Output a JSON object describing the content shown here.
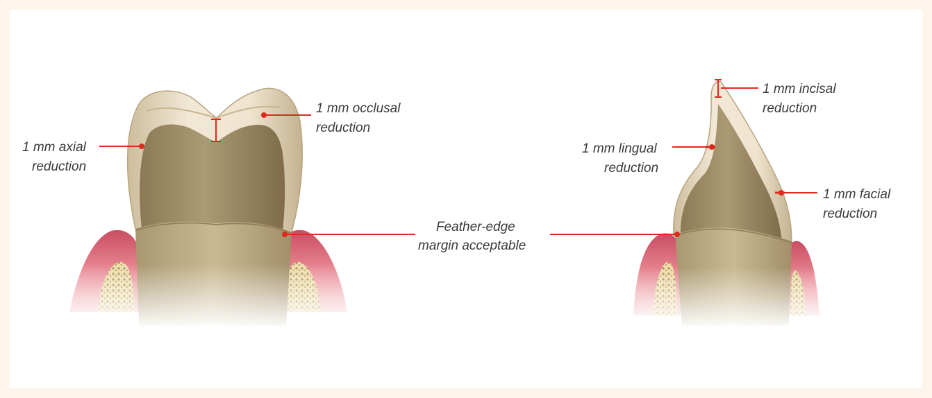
{
  "colors": {
    "page_background": "#fdf5ec",
    "panel_background": "#ffffff",
    "leader_line": "#e0291c",
    "enamel": "#e8dcc4",
    "prepared_tooth": "#9c8a66",
    "gingiva": "#d96f7c",
    "bone": "#e9d6a6",
    "text": "#3a3a3a"
  },
  "molar": {
    "label_occlusal": [
      "1 mm occlusal",
      "reduction"
    ],
    "label_axial": [
      "1 mm axial",
      "reduction"
    ]
  },
  "shared": {
    "label_margin": [
      "Feather-edge",
      "margin acceptable"
    ]
  },
  "incisor": {
    "label_incisal": [
      "1 mm incisal",
      "reduction"
    ],
    "label_lingual": [
      "1 mm lingual",
      "reduction"
    ],
    "label_facial": [
      "1 mm facial",
      "reduction"
    ]
  }
}
